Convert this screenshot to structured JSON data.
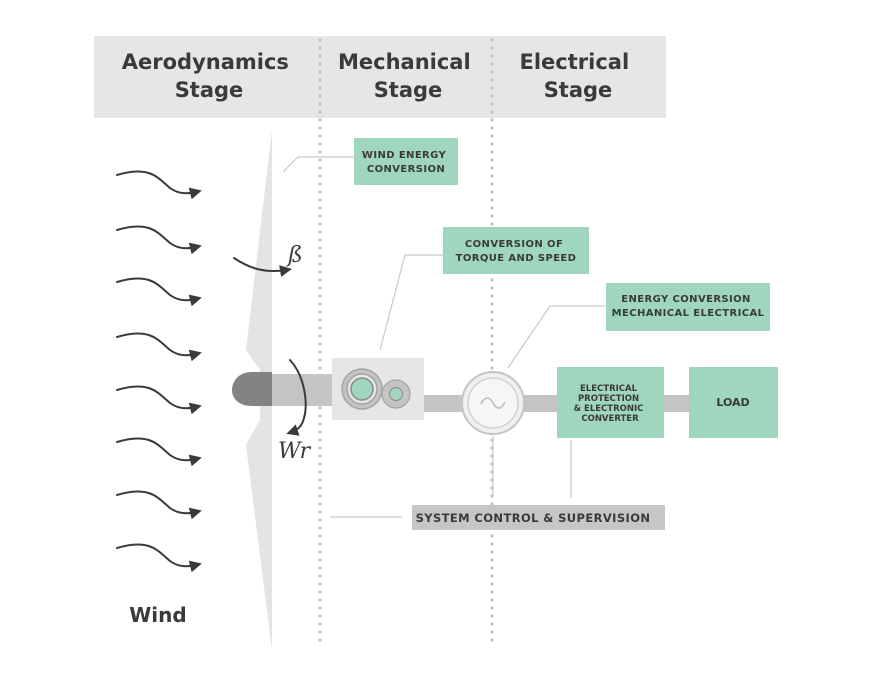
{
  "stages": [
    {
      "line1": "Aerodynamics",
      "line2": "Stage"
    },
    {
      "line1": "Mechanical",
      "line2": "Stage"
    },
    {
      "line1": "Electrical",
      "line2": "Stage"
    }
  ],
  "labels": {
    "wind_energy": {
      "line1": "WIND ENERGY",
      "line2": "CONVERSION"
    },
    "torque_speed": {
      "line1": "CONVERSION OF",
      "line2": "TORQUE AND SPEED"
    },
    "energy_conversion": {
      "line1": "ENERGY CONVERSION",
      "line2": "MECHANICAL ELECTRICAL"
    },
    "protection": {
      "line1": "ELECTRICAL",
      "line2": "PROTECTION",
      "line3": "& ELECTRONIC",
      "line4": "CONVERTER"
    },
    "load": "LOAD",
    "control": "SYSTEM CONTROL & SUPERVISION",
    "wind": "Wind",
    "beta": "ß",
    "omega_r": "Wr"
  },
  "colors": {
    "header_bg": "#e6e6e7",
    "green": "#9fd6bd",
    "gray_box": "#c6c6c7",
    "shaft": "#c4c4c5",
    "nose": "#838384",
    "blade": "#e4e4e5",
    "dots": "#c3c3c4",
    "ink": "#3a3a3a",
    "leader": "#c9c9ca"
  },
  "icons": [
    "wind-arrow-icon",
    "pitch-arrow-icon",
    "rotation-arrow-icon",
    "gearbox-icon",
    "generator-icon"
  ]
}
